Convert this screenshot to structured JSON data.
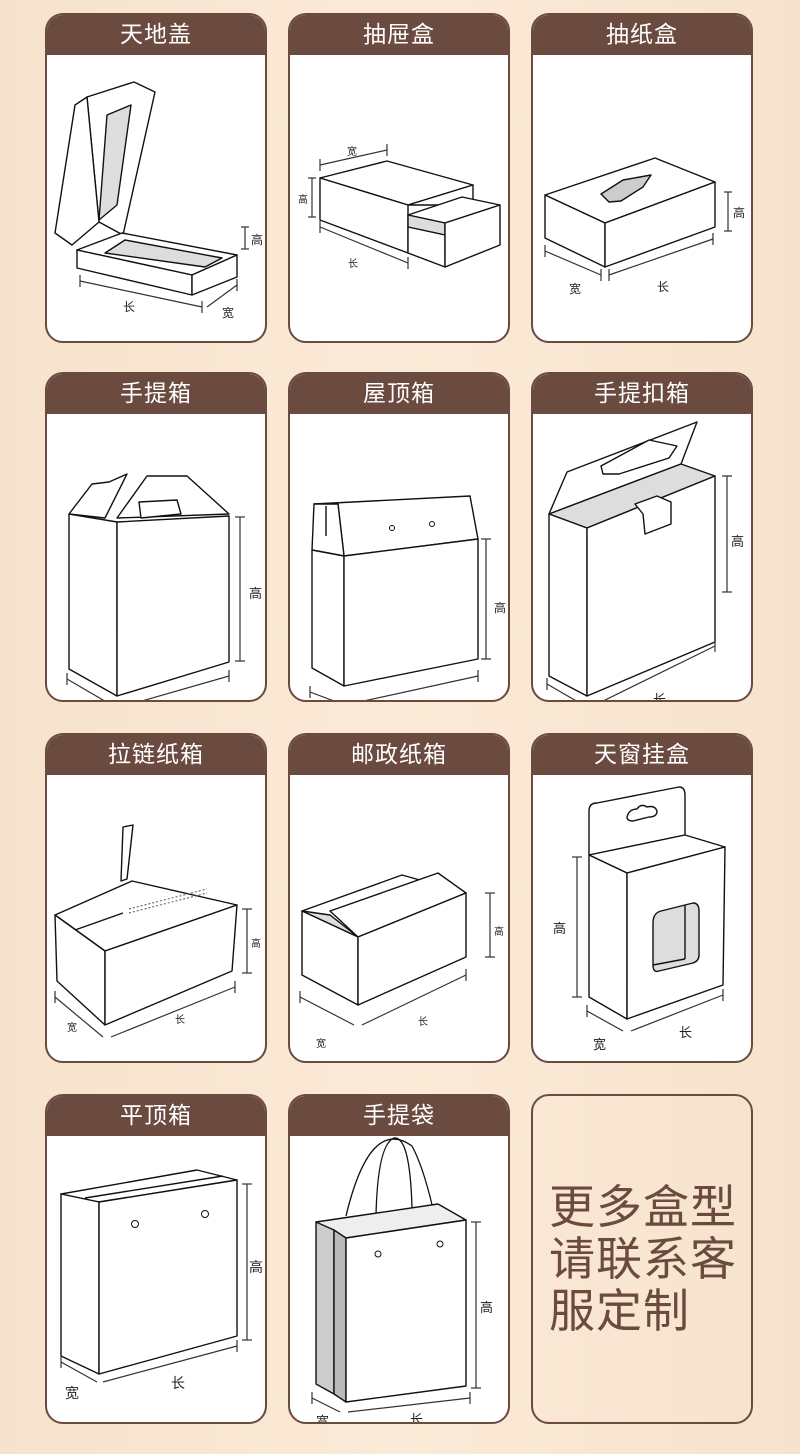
{
  "colors": {
    "background": "#f9e6cf",
    "header": "#6b4a3f",
    "border": "#6b4a3f",
    "shade": "#d9d9d9"
  },
  "dimension_labels": {
    "length": "长",
    "width": "宽",
    "height": "高"
  },
  "boxes": [
    {
      "title": "天地盖"
    },
    {
      "title": "抽屉盒"
    },
    {
      "title": "抽纸盒"
    },
    {
      "title": "手提箱"
    },
    {
      "title": "屋顶箱"
    },
    {
      "title": "手提扣箱"
    },
    {
      "title": "拉链纸箱"
    },
    {
      "title": "邮政纸箱"
    },
    {
      "title": "天窗挂盒"
    },
    {
      "title": "平顶箱"
    },
    {
      "title": "手提袋"
    }
  ],
  "more_card": {
    "lines": [
      "更多盒型",
      "请联系客",
      "服定制"
    ]
  }
}
